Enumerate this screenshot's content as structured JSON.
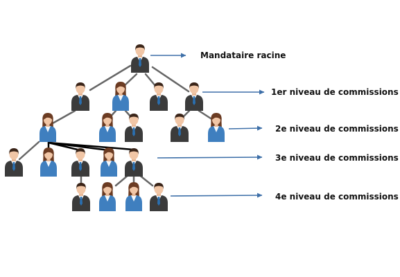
{
  "labels": {
    "root": "Mandataire racine",
    "level1": "1er niveau de commissions",
    "level2": "2e niveau de commissions",
    "level3": "3e niveau de commissions",
    "level4": "4e niveau de commissions"
  },
  "icons": {
    "person": "person-icon",
    "arrow": "arrow-right-icon"
  },
  "colors": {
    "arrow": "#3d6fa8",
    "connector": "#666666",
    "highlight_connector": "#000000",
    "suit": "#3b3b3b",
    "blouse": "#3f7fbf",
    "tie": "#2a6fb0",
    "hair_dark": "#3a2418",
    "hair_brown": "#6b3b22",
    "skin": "#f1c6a6"
  }
}
